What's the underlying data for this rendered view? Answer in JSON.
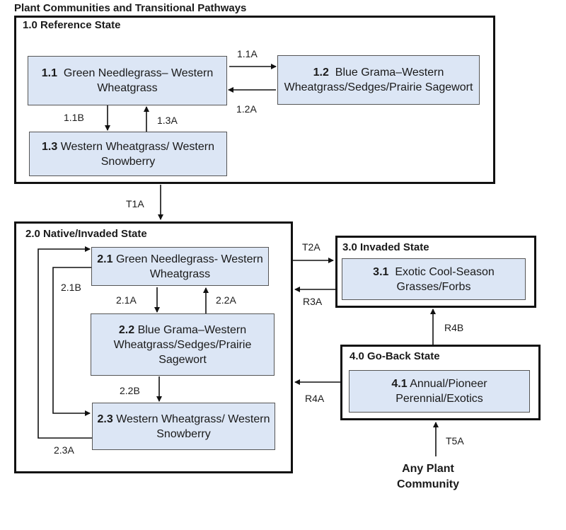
{
  "title": "Plant Communities and Transitional Pathways",
  "states": {
    "s1": {
      "label": "1.0 Reference State"
    },
    "s2": {
      "label": "2.0 Native/Invaded State"
    },
    "s3": {
      "label": "3.0 Invaded State"
    },
    "s4": {
      "label": "4.0 Go-Back State"
    }
  },
  "communities": {
    "c11": {
      "id": "1.1",
      "name": "Green Needlegrass– Western Wheatgrass"
    },
    "c12": {
      "id": "1.2",
      "name": "Blue Grama–Western Wheatgrass/Sedges/Prairie Sagewort"
    },
    "c13": {
      "id": "1.3",
      "name": "Western Wheatgrass/ Western Snowberry"
    },
    "c21": {
      "id": "2.1",
      "name": "Green Needlegrass- Western Wheatgrass"
    },
    "c22": {
      "id": "2.2",
      "name": "Blue Grama–Western Wheatgrass/Sedges/Prairie Sagewort"
    },
    "c23": {
      "id": "2.3",
      "name": "Western Wheatgrass/ Western Snowberry"
    },
    "c31": {
      "id": "3.1",
      "name": "Exotic Cool-Season Grasses/Forbs"
    },
    "c41": {
      "id": "4.1",
      "name": "Annual/Pioneer Perennial/Exotics"
    }
  },
  "pathways": {
    "p11A": "1.1A",
    "p12A": "1.2A",
    "p11B": "1.1B",
    "p13A": "1.3A",
    "T1A": "T1A",
    "p21A": "2.1A",
    "p22A": "2.2A",
    "p21B": "2.1B",
    "p22B": "2.2B",
    "p23A": "2.3A",
    "T2A": "T2A",
    "R3A": "R3A",
    "R4A": "R4A",
    "R4B": "R4B",
    "T5A": "T5A"
  },
  "any_community": {
    "line1": "Any Plant",
    "line2": "Community"
  }
}
